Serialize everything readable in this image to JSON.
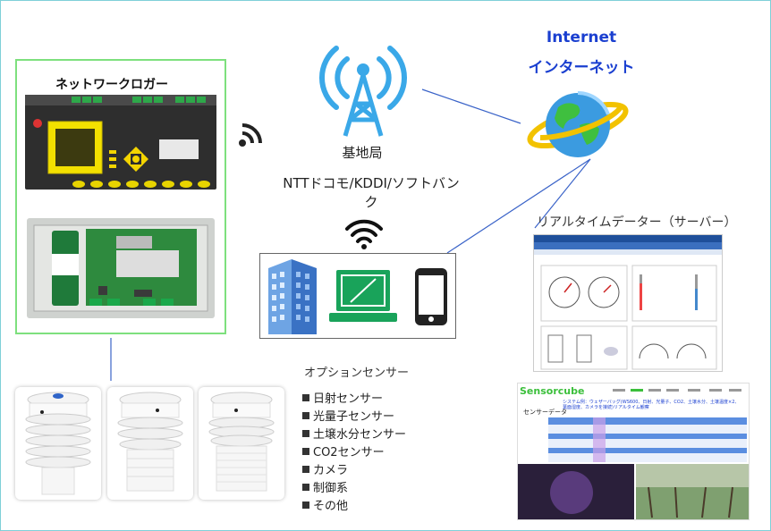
{
  "logger": {
    "title": "ネットワークロガー"
  },
  "base_station": {
    "label": "基地局",
    "carriers": "NTTドコモ/KDDI/ソフトバンク"
  },
  "internet": {
    "label_en": "Internet",
    "label_jp": "インターネット"
  },
  "realtime": {
    "label": "リアルタイムデーター（サーバー）"
  },
  "options": {
    "title": "オプションセンサー",
    "items": [
      "日射センサー",
      "光量子センサー",
      "土壌水分センサー",
      "CO2センサー",
      "カメラ",
      "制御系",
      "その他"
    ]
  },
  "sensorcube": {
    "logo": "Sensorcube",
    "section": "センサーデータ",
    "description": "システム例：ウェザーバッグ(WS600、日射、光量子、CO2、土壌水分、土壌温度×2、葉面湿度、カメラを接続)リアルタイム観察"
  },
  "colors": {
    "accent_blue": "#1a3fd0",
    "logger_border": "#7ee07e",
    "wave_blue": "#3aa8e8",
    "device_green": "#19a35a",
    "frame": "#7fd0d8"
  },
  "icons": [
    "wifi-signal-icon",
    "radio-tower-icon",
    "wifi-icon",
    "globe-icon",
    "building-icon",
    "laptop-icon",
    "smartphone-icon"
  ]
}
